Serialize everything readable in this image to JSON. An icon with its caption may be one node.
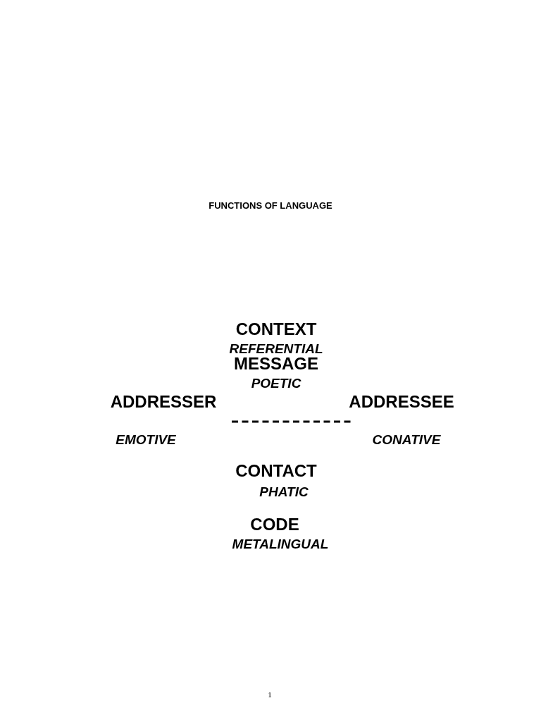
{
  "diagram": {
    "title": "FUNCTIONS OF LANGUAGE",
    "labels": [
      "CONTEXT",
      "REFERENTIAL",
      "MESSAGE",
      "POETIC",
      "ADDRESSER",
      "ADDRESSEE",
      "EMOTIVE",
      "CONATIVE",
      "CONTACT",
      "PHATIC",
      "CODE",
      "METALINGUAL",
      "1"
    ]
  }
}
